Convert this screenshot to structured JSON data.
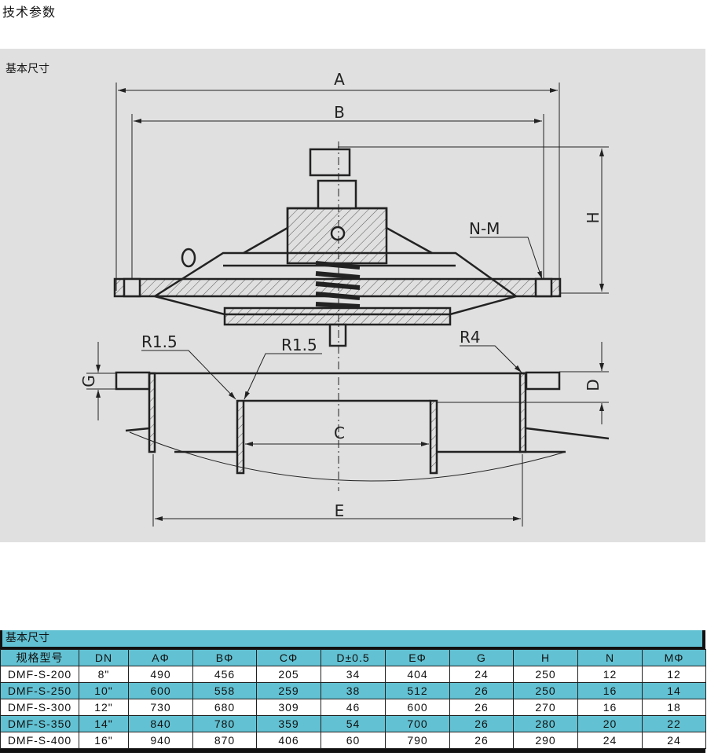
{
  "page_title": "技术参数",
  "drawing": {
    "section_label": "基本尺寸",
    "labels": {
      "A": "A",
      "B": "B",
      "H": "H",
      "NM": "N-M",
      "R15a": "R1.5",
      "R15b": "R1.5",
      "R4": "R4",
      "G": "G",
      "D": "D",
      "C": "C",
      "E": "E"
    }
  },
  "table": {
    "title": "基本尺寸",
    "headers": [
      "规格型号",
      "DN",
      "AΦ",
      "BΦ",
      "CΦ",
      "D±0.5",
      "EΦ",
      "G",
      "H",
      "N",
      "MΦ"
    ],
    "rows": [
      [
        "DMF-S-200",
        "8\"",
        "490",
        "456",
        "205",
        "34",
        "404",
        "24",
        "250",
        "12",
        "12"
      ],
      [
        "DMF-S-250",
        "10\"",
        "600",
        "558",
        "259",
        "38",
        "512",
        "26",
        "250",
        "16",
        "14"
      ],
      [
        "DMF-S-300",
        "12\"",
        "730",
        "680",
        "309",
        "46",
        "600",
        "26",
        "270",
        "16",
        "18"
      ],
      [
        "DMF-S-350",
        "14\"",
        "840",
        "780",
        "359",
        "54",
        "700",
        "26",
        "280",
        "20",
        "22"
      ],
      [
        "DMF-S-400",
        "16\"",
        "940",
        "870",
        "406",
        "60",
        "790",
        "26",
        "290",
        "24",
        "24"
      ]
    ],
    "colors": {
      "accent": "#62c1d2",
      "border": "#111111"
    }
  }
}
